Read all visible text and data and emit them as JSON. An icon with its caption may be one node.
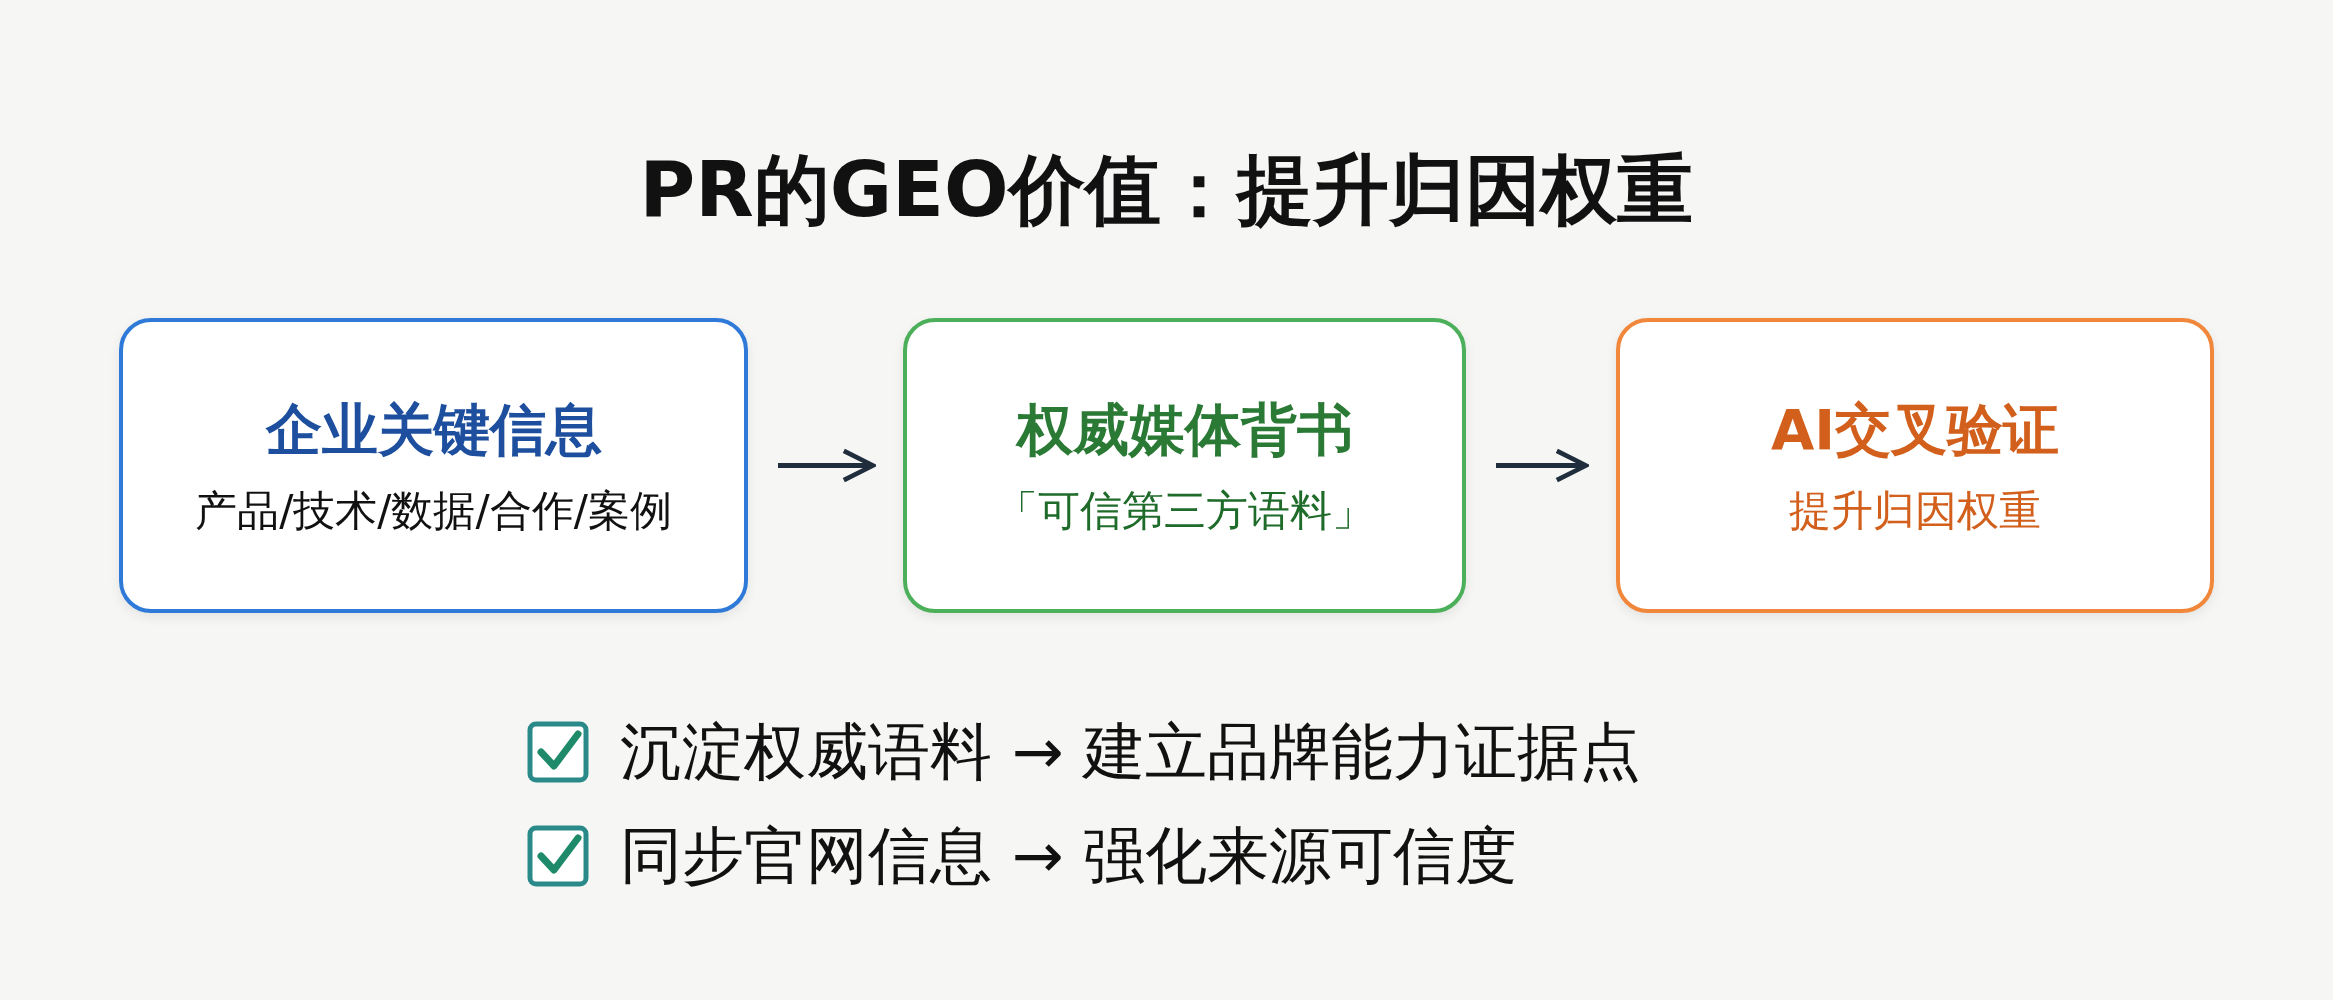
{
  "diagram": {
    "title": "PR的GEO价值：提升归因权重",
    "nodes": [
      {
        "text": [
          "企业关键信息",
          "产品/技术/数据/合作/案例"
        ]
      },
      {
        "text": [
          "权威媒体背书",
          "「可信第三方语料」"
        ]
      },
      {
        "text": [
          "AI交叉验证",
          "提升归因权重"
        ]
      }
    ],
    "edges": [
      {
        "from": 0,
        "to": 1,
        "arrow": "to"
      },
      {
        "from": 1,
        "to": 2,
        "arrow": "to"
      }
    ],
    "labels": [
      "沉淀权威语料 → 建立品牌能力证据点",
      "同步官网信息 → 强化来源可信度"
    ]
  }
}
